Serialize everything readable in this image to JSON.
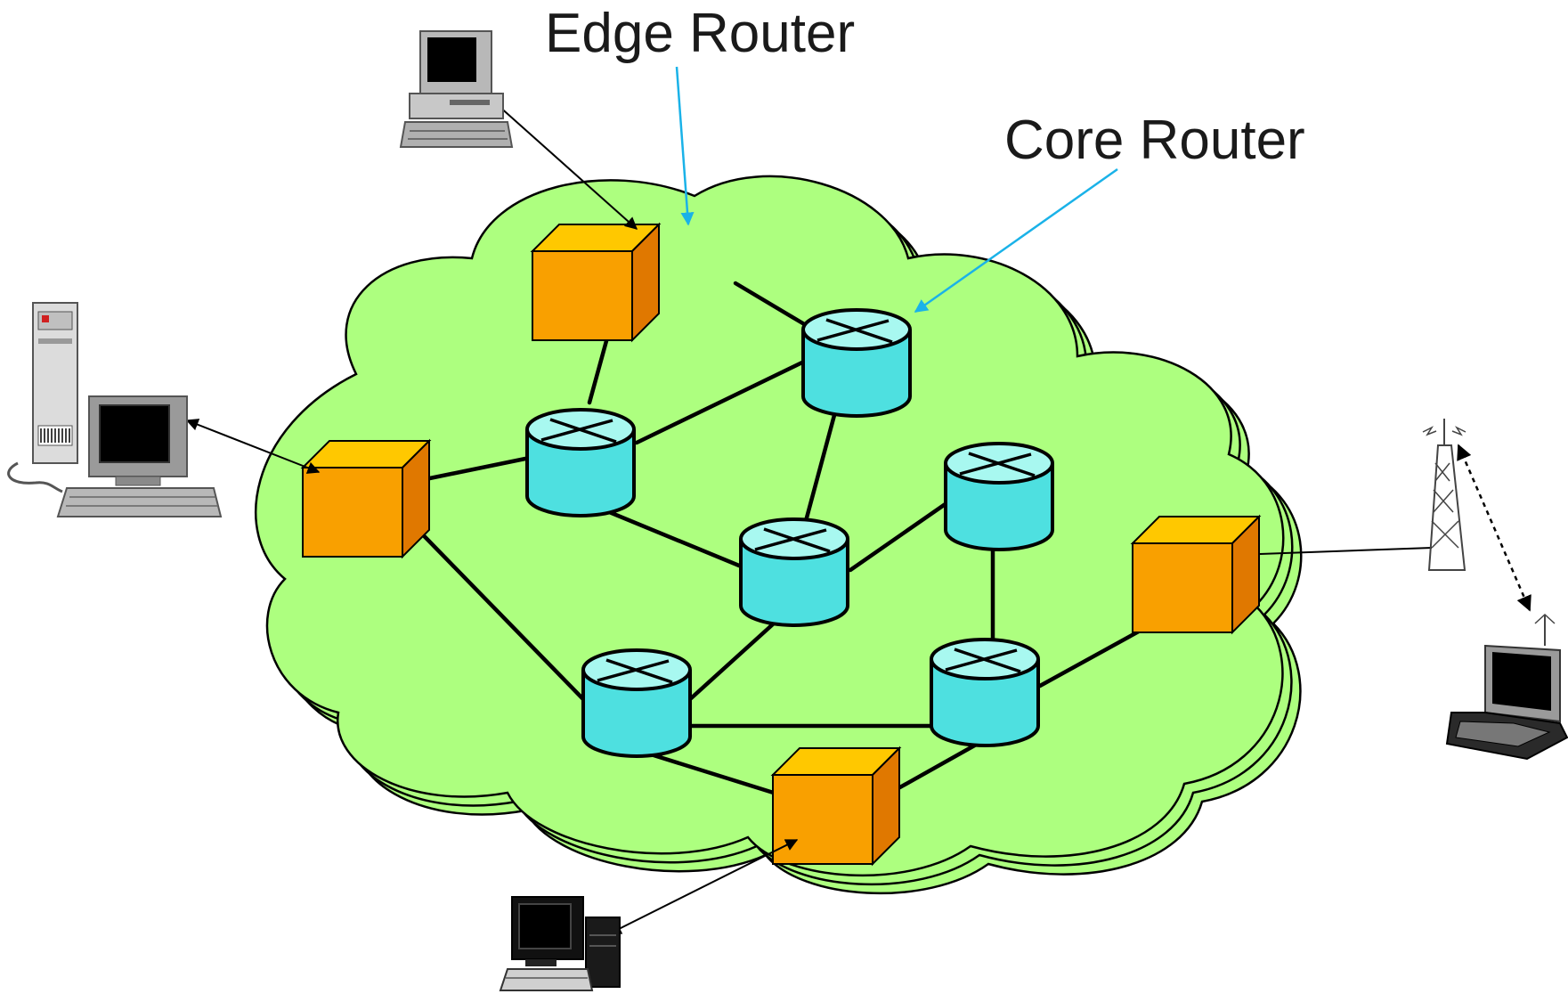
{
  "labels": {
    "edge_router": "Edge Router",
    "core_router": "Core Router"
  },
  "colors": {
    "cloud_fill": "#adff7f",
    "edge_router_front": "#f9a000",
    "edge_router_top": "#ffc800",
    "edge_router_side": "#e07800",
    "core_router_body": "#4ee0e0",
    "core_router_top": "#a8f8f0",
    "callout_line": "#1ab2e8",
    "link": "#000000"
  },
  "network": {
    "edge_routers": [
      "edge-router-top",
      "edge-router-left",
      "edge-router-right",
      "edge-router-bottom"
    ],
    "core_routers": [
      "core-router-1",
      "core-router-2",
      "core-router-3",
      "core-router-4",
      "core-router-5",
      "core-router-6"
    ],
    "links": [
      [
        "edge-router-top",
        "core-router-2"
      ],
      [
        "edge-router-top",
        "core-router-1"
      ],
      [
        "edge-router-left",
        "core-router-1"
      ],
      [
        "edge-router-left",
        "core-router-5"
      ],
      [
        "core-router-1",
        "core-router-2"
      ],
      [
        "core-router-1",
        "core-router-3"
      ],
      [
        "core-router-2",
        "core-router-3"
      ],
      [
        "core-router-3",
        "core-router-4"
      ],
      [
        "core-router-3",
        "core-router-5"
      ],
      [
        "core-router-4",
        "core-router-6"
      ],
      [
        "core-router-5",
        "core-router-6"
      ],
      [
        "core-router-5",
        "edge-router-bottom"
      ],
      [
        "core-router-6",
        "edge-router-bottom"
      ],
      [
        "core-router-6",
        "edge-router-right"
      ]
    ]
  },
  "hosts": [
    {
      "name": "desktop-computer-icon",
      "connects_to": "edge-router-top"
    },
    {
      "name": "tower-workstation-icon",
      "connects_to": "edge-router-left"
    },
    {
      "name": "black-workstation-icon",
      "connects_to": "edge-router-bottom"
    },
    {
      "name": "radio-tower-icon",
      "connects_to": "edge-router-right"
    },
    {
      "name": "laptop-icon",
      "connects_to": "radio-tower-icon",
      "link_style": "wireless-dashed"
    }
  ]
}
